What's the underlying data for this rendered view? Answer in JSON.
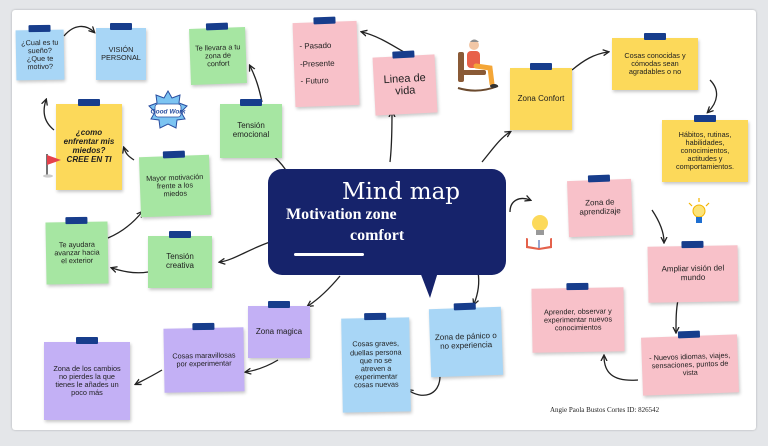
{
  "center": {
    "title": "Mind map",
    "subtitle_line1": "Motivation zone",
    "subtitle_line2": "comfort"
  },
  "notes": {
    "cual_es_tu_sueno": "¿Cual es tu sueño? ¿Que te motivo?",
    "vision_personal": "VISIÓN PERSONAL",
    "te_llevara": "Te llevara a tu zona de confort",
    "pasado_presente_futuro": "- Pasado\n\n-Presente\n\n- Futuro",
    "linea_de_vida": "Linea de vida",
    "como_enfrentar": "¿como enfrentar mis miedos? CREE EN TI",
    "tension_emocional": "Tensión emocional",
    "mayor_motivacion": "Mayor motivación frente a los miedos",
    "te_ayudara": "Te ayudara avanzar hacia el exterior",
    "tension_creativa": "Tensión creativa",
    "zona_confort": "Zona Confort",
    "cosas_conocidas": "Cosas conocidas y cómodas sean agradables o no",
    "habitos": "Hábitos, rutinas, habilidades, conocimientos, actitudes y comportamientos.",
    "zona_aprendizaje": "Zona de aprendizaje",
    "ampliar_vision": "Ampliar visión del mundo",
    "aprender_observar": "Aprender, observar y experimentar nuevos conocimientos",
    "nuevos_idiomas": "- Nuevos idiomas, viajes, sensaciones, puntos de vista",
    "zona_magica": "Zona magica",
    "cosas_maravillosas": "Cosas maravillosas por experimentar",
    "zona_cambios": "Zona de los cambios no pierdes la que tienes le añades un poco más",
    "cosas_graves": "Cosas graves, duellas persona que no se atreven a experimentar cosas nuevas",
    "zona_panico": "Zona de pánico o no experiencia"
  },
  "sticker": {
    "text": "Good Work"
  },
  "credit": "Angie Paola Bustos Cortes ID: 826542",
  "colors": {
    "center_box": "#16236b",
    "tape": "#173d8c",
    "blue_note": "#a8d6f6",
    "green_note": "#a6e6a2",
    "pink_note": "#f8c1c9",
    "yellow_note": "#fcd95a",
    "purple_note": "#c3b0f5"
  },
  "icons": [
    "good-work-sticker-icon",
    "flag-icon",
    "rocking-chair-person-icon",
    "lightbulb-book-icon",
    "lightbulb-icon"
  ]
}
